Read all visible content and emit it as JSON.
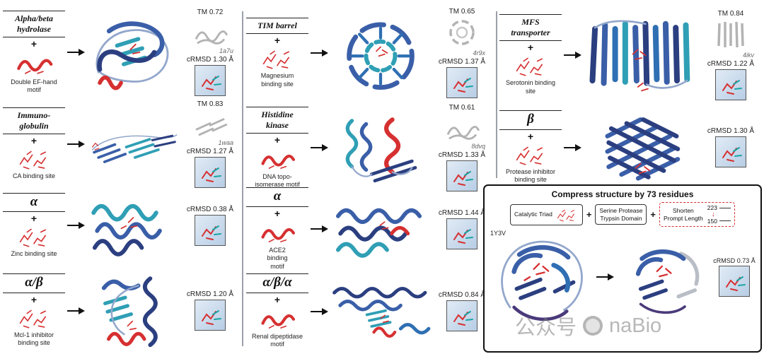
{
  "plus": "+",
  "down_arrow": "↓",
  "panels": [
    {
      "fold": "Alpha/beta\nhydrolase",
      "motif": "Double EF-hand\nmotif",
      "tm": "TM 0.72",
      "pdb": "1a7u",
      "crmsd": "cRMSD 1.30 Å"
    },
    {
      "fold": "Immuno-\nglobulin",
      "motif": "CA binding site",
      "tm": "TM 0.83",
      "pdb": "1waa",
      "crmsd": "cRMSD 1.27 Å"
    },
    {
      "fold": "α",
      "motif": "Zinc binding site",
      "crmsd": "cRMSD 0.38 Å"
    },
    {
      "fold": "α/β",
      "motif": "Mcl-1 inhibitor\nbinding site",
      "crmsd": "cRMSD 1.20 Å"
    },
    {
      "fold": "TIM barrel",
      "motif": "Magnesium\nbinding site",
      "tm": "TM 0.65",
      "pdb": "4r9x",
      "crmsd": "cRMSD 1.37 Å"
    },
    {
      "fold": "Histidine\nkinase",
      "motif": "DNA topo-\nisomerase motif",
      "tm": "TM 0.61",
      "pdb": "8dvq",
      "crmsd": "cRMSD 1.33 Å"
    },
    {
      "fold": "α",
      "motif": "ACE2\nbinding\nmotif",
      "crmsd": "cRMSD 1.44 Å"
    },
    {
      "fold": "α/β/α",
      "motif": "Renal dipeptidase\nmotif",
      "crmsd": "cRMSD 0.84 Å"
    },
    {
      "fold": "MFS\ntransporter",
      "motif": "Serotonin binding\nsite",
      "tm": "TM 0.84",
      "pdb": "4ikv",
      "crmsd": "cRMSD 1.22 Å"
    },
    {
      "fold": "β",
      "motif": "Protease inhibitor\nbinding site",
      "crmsd": "cRMSD 1.30 Å"
    }
  ],
  "compress": {
    "title": "Compress structure by 73 residues",
    "catalytic_triad": "Catalytic Triad",
    "domain": "Serine Protease\nTrypsin Domain",
    "shorten": "Shorten\nPrompt Length",
    "length_before": "223",
    "length_after": "150",
    "pdb": "1Y3V",
    "crmsd": "cRMSD 0.73 Å"
  },
  "watermark": {
    "left": "公众号",
    "right": "naBio"
  }
}
